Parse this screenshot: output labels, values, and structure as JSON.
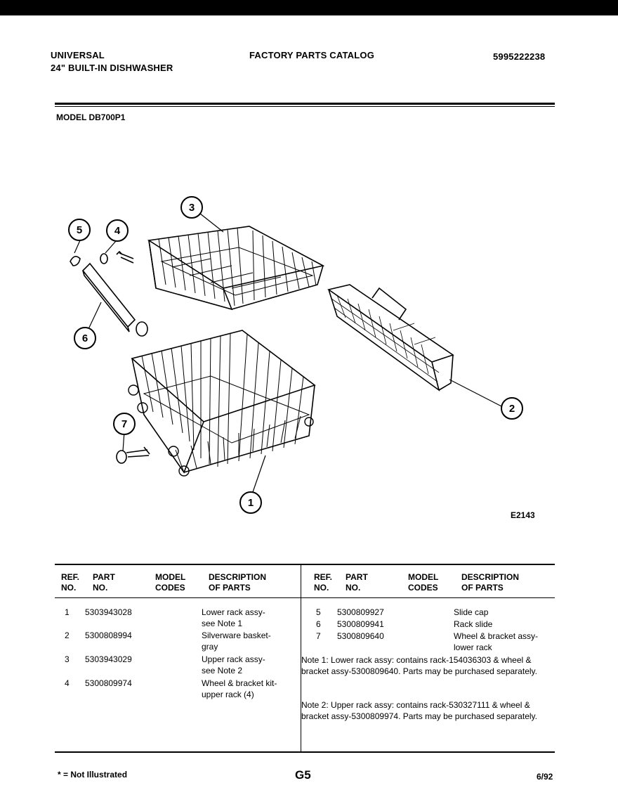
{
  "header": {
    "brand": "UNIVERSAL",
    "product": "24\" BUILT-IN DISHWASHER",
    "catalog": "FACTORY PARTS CATALOG",
    "catalog_no": "5995222238"
  },
  "model": "MODEL DB700P1",
  "figure": {
    "code": "E2143",
    "callouts": [
      "1",
      "2",
      "3",
      "4",
      "5",
      "6",
      "7"
    ]
  },
  "table": {
    "headers": {
      "ref": "REF.",
      "ref2": "NO.",
      "part": "PART",
      "part2": "NO.",
      "model": "MODEL",
      "model2": "CODES",
      "desc": "DESCRIPTION",
      "desc2": "OF PARTS"
    },
    "left_rows": [
      {
        "ref": "1",
        "part": "5303943028",
        "model": "",
        "desc1": "Lower rack assy-",
        "desc2": "see Note 1"
      },
      {
        "ref": "2",
        "part": "5300808994",
        "model": "",
        "desc1": "Silverware basket-",
        "desc2": "gray"
      },
      {
        "ref": "3",
        "part": "5303943029",
        "model": "",
        "desc1": "Upper rack assy-",
        "desc2": "see Note 2"
      },
      {
        "ref": "4",
        "part": "5300809974",
        "model": "",
        "desc1": "Wheel & bracket kit-",
        "desc2": "upper rack (4)"
      }
    ],
    "right_rows": [
      {
        "ref": "5",
        "part": "5300809927",
        "model": "",
        "desc1": "Slide cap",
        "desc2": ""
      },
      {
        "ref": "6",
        "part": "5300809941",
        "model": "",
        "desc1": "Rack slide",
        "desc2": ""
      },
      {
        "ref": "7",
        "part": "5300809640",
        "model": "",
        "desc1": "Wheel & bracket assy-",
        "desc2": "lower rack"
      }
    ],
    "note1": "Note 1: Lower rack assy: contains rack-154036303 & wheel & bracket assy-5300809640. Parts may be purchased separately.",
    "note2": "Note 2: Upper rack assy: contains rack-530327111 & wheel & bracket assy-5300809974. Parts may be purchased separately."
  },
  "footer": {
    "legend": "* = Not Illustrated",
    "page": "G5",
    "date": "6/92"
  }
}
